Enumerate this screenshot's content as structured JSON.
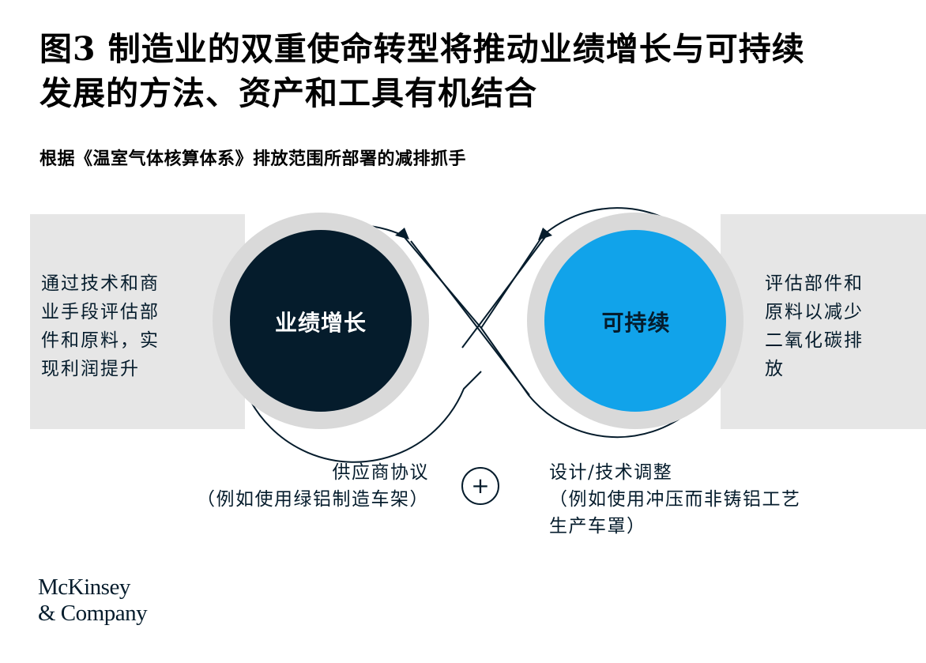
{
  "title": {
    "line1": "图3 制造业的双重使命转型将推动业绩增长与可持续",
    "line2": "发展的方法、资产和工具有机结合"
  },
  "subtitle": "根据《温室气体核算体系》排放范围所部署的减排抓手",
  "left_description": [
    "通过技术和商",
    "业手段评估部",
    "件和原料，实",
    "现利润提升"
  ],
  "right_description": [
    "评估部件和",
    "原料以减少",
    "二氧化碳排",
    "放"
  ],
  "left_circle_label": "业绩增长",
  "right_circle_label": "可持续",
  "bottom_left": [
    "供应商协议",
    "（例如使用绿铝制造车架）"
  ],
  "bottom_right": [
    "设计/技术调整",
    "（例如使用冲压而非铸铝工艺",
    "生产车罩）"
  ],
  "plus_symbol": "+",
  "logo": [
    "McKinsey",
    "& Company"
  ],
  "colors": {
    "navy": "#051c2c",
    "cyan": "#11a3ea",
    "band_gray": "#e6e6e6",
    "ring_gray": "#d9d9d9"
  }
}
